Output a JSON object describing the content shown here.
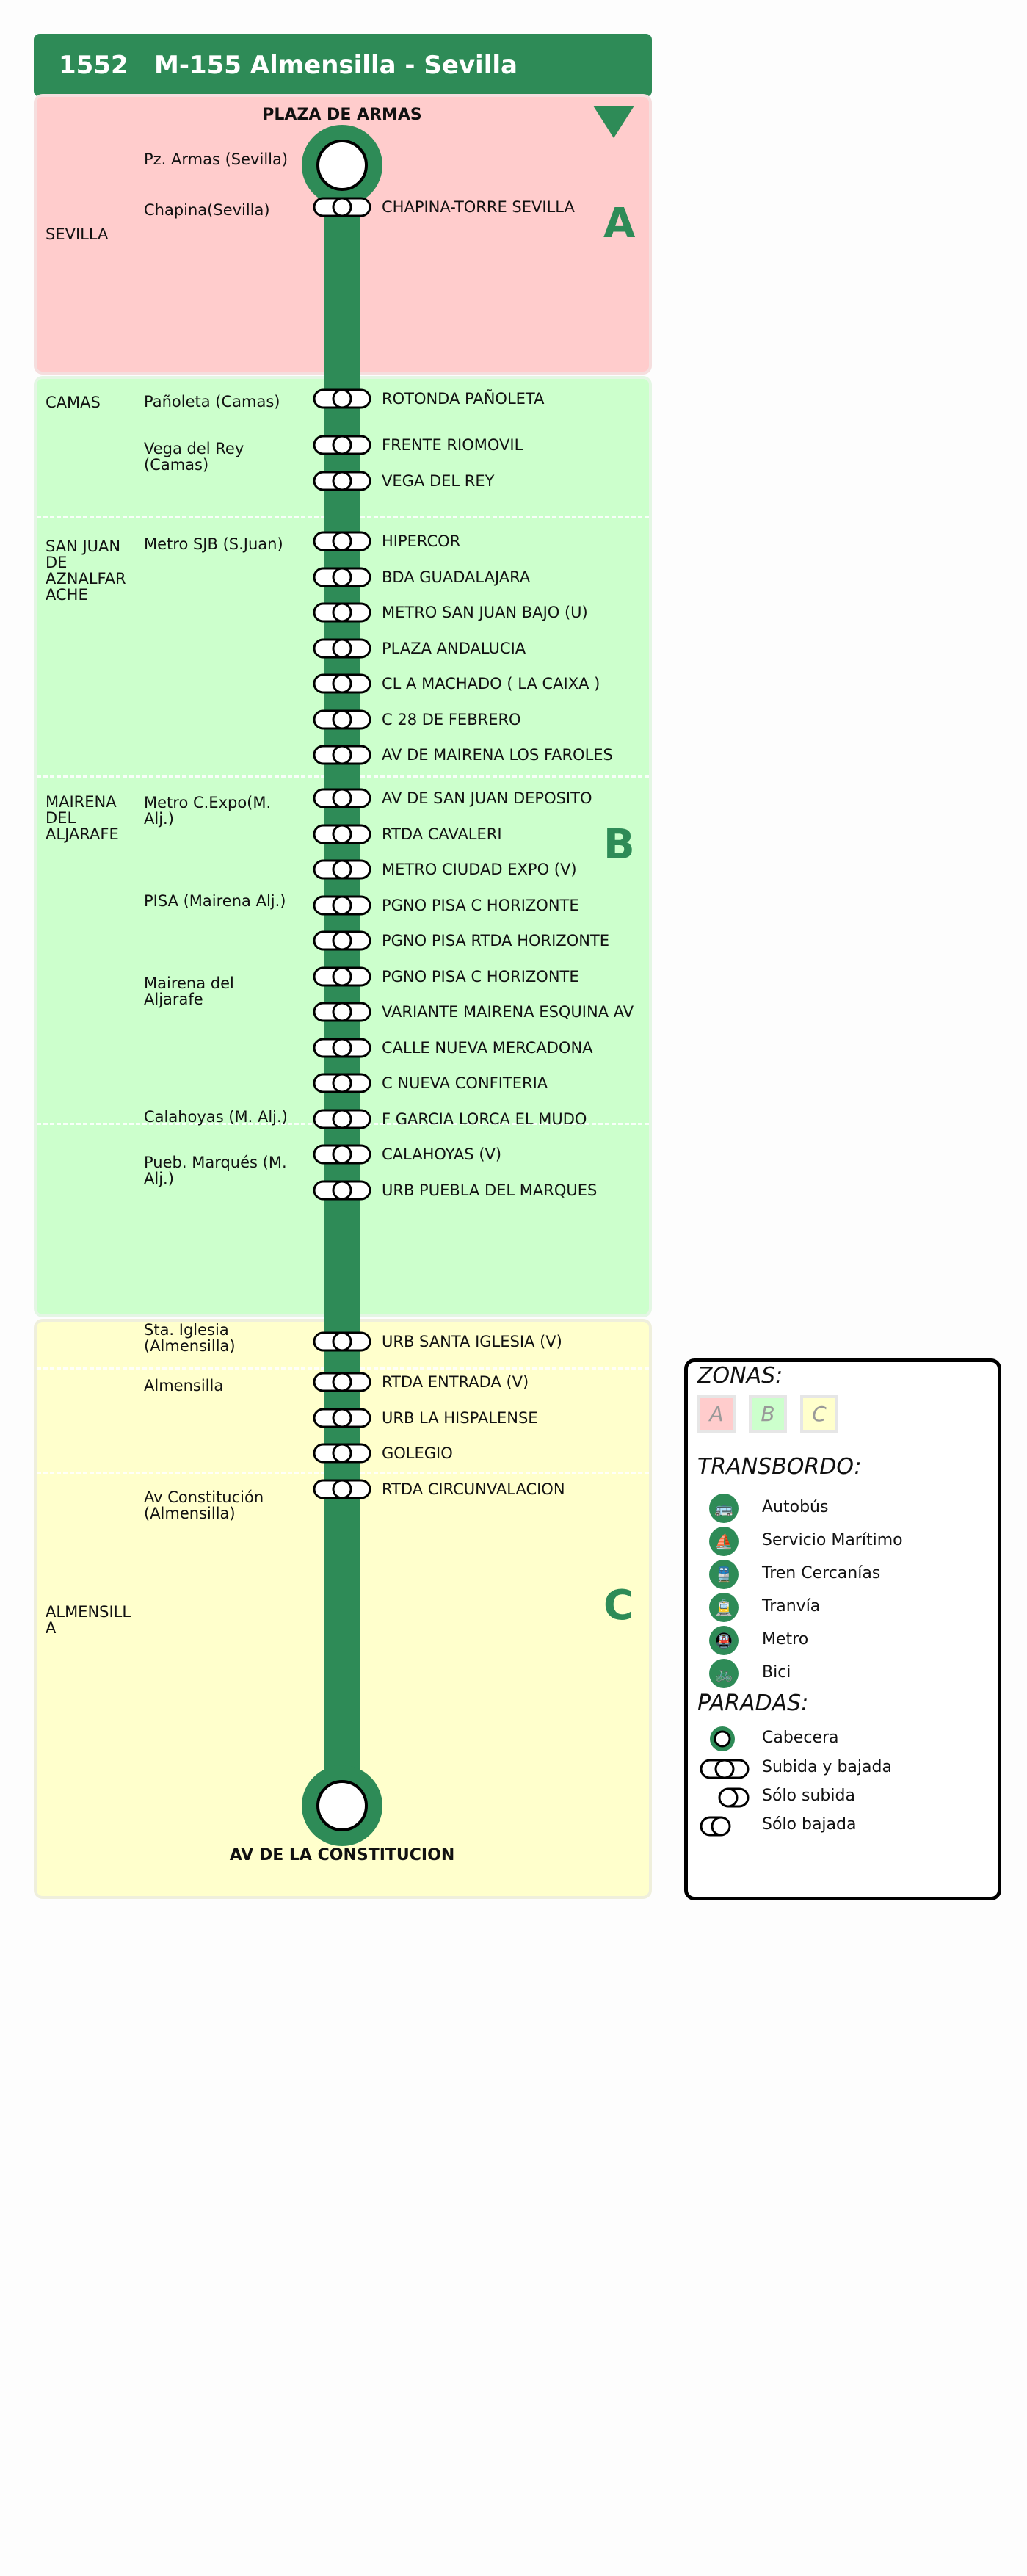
{
  "header": {
    "line_number": "1552",
    "line_name": "M-155 Almensilla - Sevilla"
  },
  "colors": {
    "accent": "#2e8b57",
    "zone_a": "#ffcccc",
    "zone_b": "#ccffcc",
    "zone_c": "#ffffcc"
  },
  "terminals": {
    "start": "PLAZA DE ARMAS",
    "end": "AV DE LA CONSTITUCION"
  },
  "zones": {
    "a": "A",
    "b": "B",
    "c": "C"
  },
  "municipalities": {
    "sevilla": "SEVILLA",
    "camas": "CAMAS",
    "san_juan": "SAN JUAN DE AZNALFAR ACHE",
    "mairena": "MAIRENA DEL ALJARAFE",
    "almensilla": "ALMENSILL A"
  },
  "localities": {
    "pz_armas": "Pz. Armas (Sevilla)",
    "chapina": "Chapina(Sevilla)",
    "panoleta": "Pañoleta (Camas)",
    "vega_rey": "Vega del Rey (Camas)",
    "metro_sjb": "Metro SJB (S.Juan)",
    "metro_expo": "Metro C.Expo(M. Alj.)",
    "pisa": "PISA (Mairena Alj.)",
    "mairena_alj": "Mairena del Aljarafe",
    "calahoyas": "Calahoyas (M. Alj.)",
    "pueb_marques": "Pueb. Marqués (M. Alj.)",
    "sta_iglesia": "Sta. Iglesia (Almensilla)",
    "almensilla": "Almensilla",
    "av_constitucion": "Av Constitución (Almensilla)"
  },
  "stops": [
    "CHAPINA-TORRE SEVILLA",
    "ROTONDA PAÑOLETA",
    "FRENTE RIOMOVIL",
    "VEGA DEL REY",
    "HIPERCOR",
    "BDA GUADALAJARA",
    "METRO SAN JUAN BAJO (U)",
    "PLAZA ANDALUCIA",
    "CL A MACHADO ( LA CAIXA )",
    "C 28 DE FEBRERO",
    "AV DE MAIRENA LOS FAROLES",
    "AV DE SAN JUAN DEPOSITO",
    "RTDA CAVALERI",
    "METRO CIUDAD EXPO (V)",
    "PGNO PISA C HORIZONTE",
    "PGNO PISA RTDA HORIZONTE",
    "PGNO PISA C HORIZONTE",
    "VARIANTE MAIRENA ESQUINA AV",
    "CALLE NUEVA  MERCADONA",
    "C NUEVA CONFITERIA",
    "F GARCIA LORCA EL MUDO",
    "CALAHOYAS (V)",
    "URB PUEBLA DEL MARQUES",
    "URB SANTA IGLESIA (V)",
    "RTDA ENTRADA (V)",
    "URB LA HISPALENSE",
    "GOLEGIO",
    "RTDA CIRCUNVALACION"
  ],
  "legend": {
    "zonas_title": "ZONAS:",
    "zones": [
      "A",
      "B",
      "C"
    ],
    "transbordo_title": "TRANSBORDO:",
    "transbordo": [
      {
        "icon": "bus-icon",
        "label": "Autobús"
      },
      {
        "icon": "ferry-icon",
        "label": "Servicio Marítimo"
      },
      {
        "icon": "train-icon",
        "label": "Tren Cercanías"
      },
      {
        "icon": "tram-icon",
        "label": "Tranvía"
      },
      {
        "icon": "metro-icon",
        "label": "Metro"
      },
      {
        "icon": "bike-icon",
        "label": "Bici"
      }
    ],
    "paradas_title": "PARADAS:",
    "paradas": [
      "Cabecera",
      "Subida y bajada",
      "Sólo subida",
      "Sólo bajada"
    ]
  }
}
